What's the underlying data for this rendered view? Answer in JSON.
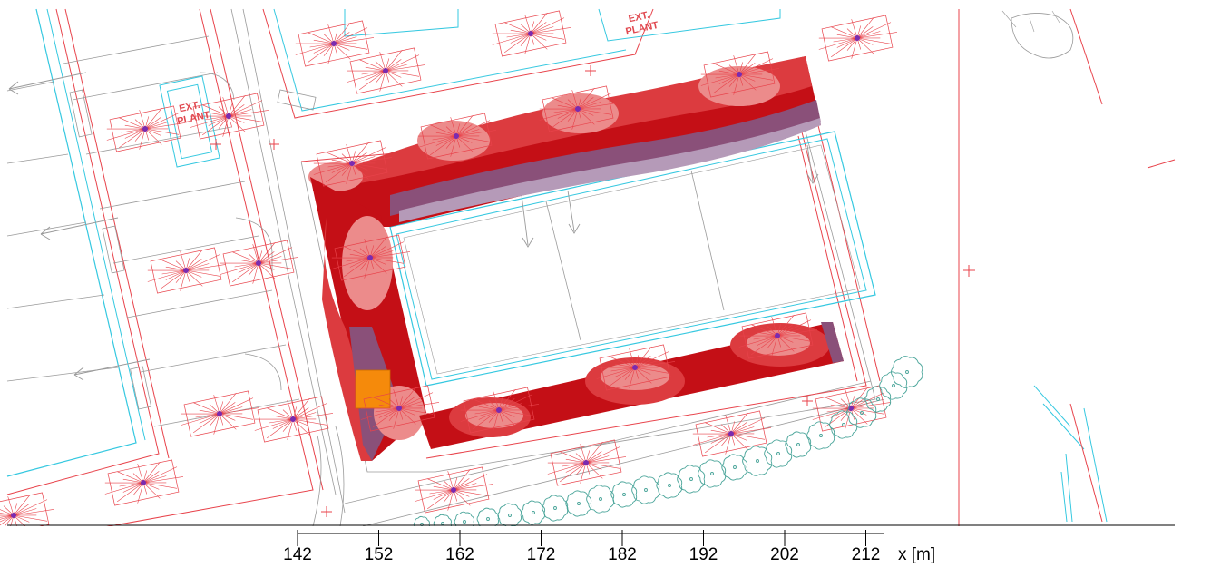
{
  "plan": {
    "labels": {
      "ext_plant_1": [
        "EXT.",
        "PLANT"
      ],
      "ext_plant_2": [
        "EXT.",
        "PLANT"
      ]
    },
    "colors": {
      "line_red": "#e8434b",
      "line_cyan": "#35c8e0",
      "line_grey": "#9a9a9a",
      "tree_teal": "#4aa59a",
      "heat_dark": "#c40f16",
      "heat_mid": "#dc3b3f",
      "heat_light": "#ec8b8b",
      "heat_purple": "#8a5079",
      "heat_lilac": "#b59ab8",
      "highlight_orange": "#f58a0b"
    }
  },
  "scale": {
    "unit_label": "x [m]",
    "ticks": [
      "142",
      "152",
      "162",
      "172",
      "182",
      "192",
      "202",
      "212"
    ]
  }
}
